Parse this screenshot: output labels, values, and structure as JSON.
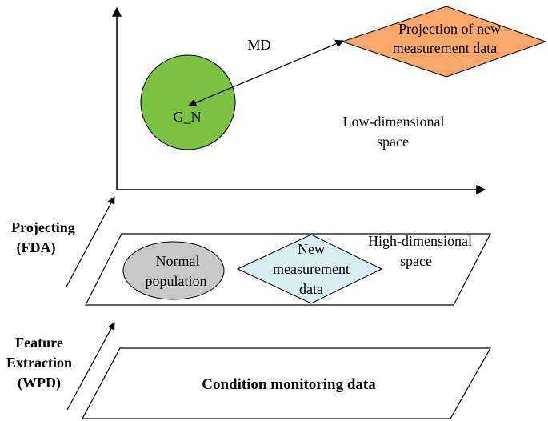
{
  "upper_panel": {
    "md_label": "MD",
    "cluster_label": "G_N",
    "projection_label_line1": "Projection of new",
    "projection_label_line2": "measurement data",
    "space_label_line1": "Low-dimensional",
    "space_label_line2": "space"
  },
  "middle_panel": {
    "normal_label_line1": "Normal",
    "normal_label_line2": "population",
    "new_label_line1": "New",
    "new_label_line2": "measurement",
    "new_label_line3": "data",
    "space_label_line1": "High-dimensional",
    "space_label_line2": "space"
  },
  "lower_panel": {
    "data_label": "Condition monitoring data"
  },
  "steps": {
    "projecting_line1": "Projecting",
    "projecting_line2": "(FDA)",
    "feature_line1": "Feature",
    "feature_line2": "Extraction",
    "feature_line3": "(WPD)"
  },
  "colors": {
    "cluster_fill": "#7cc242",
    "projection_fill": "#f8a86a",
    "normal_fill": "#c8c8c8",
    "new_fill": "#d8eef2",
    "line": "#000000"
  }
}
